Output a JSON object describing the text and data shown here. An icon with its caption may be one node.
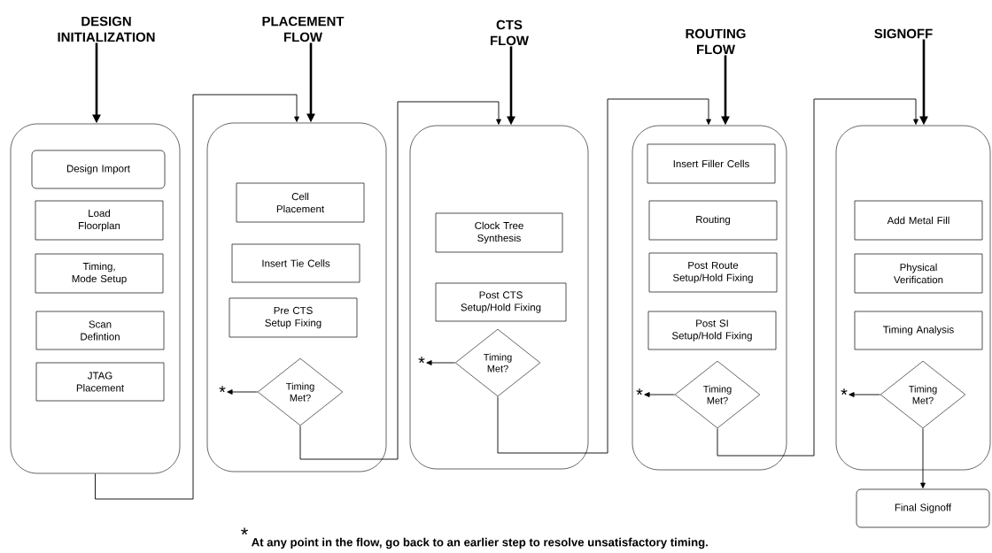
{
  "diagram": {
    "nodes": [
      {
        "text": [
          "DESIGN INITIALIZATION"
        ]
      },
      {
        "text": [],
        "shape": "box"
      },
      {
        "text": [
          "Design Import"
        ],
        "in": 1
      },
      {
        "text": [
          "Load Floorplan"
        ],
        "in": 1
      },
      {
        "text": [
          "Timing, Mode Setup"
        ],
        "in": 1
      },
      {
        "text": [
          "Scan Defintion"
        ],
        "in": 1
      },
      {
        "text": [
          "JTAG Placement"
        ],
        "in": 1
      },
      {
        "text": [
          "PLACEMENT FLOW"
        ]
      },
      {
        "text": [],
        "shape": "box"
      },
      {
        "text": [
          "Cell Placement"
        ],
        "in": 8
      },
      {
        "text": [
          "Insert Tie Cells"
        ],
        "in": 8
      },
      {
        "text": [
          "Pre CTS Setup Fixing"
        ],
        "in": 8
      },
      {
        "text": [
          "Timing Met?"
        ],
        "in": 8
      },
      {
        "text": [
          "*"
        ],
        "in": 8
      },
      {
        "text": [
          "CTS FLOW"
        ]
      },
      {
        "text": [],
        "shape": "box"
      },
      {
        "text": [
          "Clock Tree Synthesis"
        ],
        "in": 15
      },
      {
        "text": [
          "Post CTS Setup/Hold Fixing"
        ],
        "in": 15
      },
      {
        "text": [
          "Timing Met?"
        ],
        "in": 15
      },
      {
        "text": [
          "*"
        ],
        "in": 15
      },
      {
        "text": [
          "ROUTING FLOW"
        ]
      },
      {
        "text": [],
        "shape": "box"
      },
      {
        "text": [
          "Insert Filler Cells"
        ],
        "in": 21
      },
      {
        "text": [
          "Routing"
        ],
        "in": 21
      },
      {
        "text": [
          "Post Route Setup/Hold Fixing"
        ],
        "in": 21
      },
      {
        "text": [
          "Post SI Setup/Hold Fixing"
        ],
        "in": 21
      },
      {
        "text": [
          "Timing Met?"
        ],
        "in": 21
      },
      {
        "text": [
          "*"
        ],
        "in": 21
      },
      {
        "text": [
          "SIGNOFF"
        ]
      },
      {
        "text": [],
        "shape": "box"
      },
      {
        "text": [
          "Add Metal Fill"
        ],
        "in": 29
      },
      {
        "text": [
          "Physical Verification"
        ],
        "in": 29
      },
      {
        "text": [
          "Timing Analysis"
        ],
        "in": 29
      },
      {
        "text": [
          "Timing Met?"
        ],
        "in": 29
      },
      {
        "text": [
          "*"
        ],
        "in": 29
      },
      {
        "text": [
          "Final Signoff"
        ]
      }
    ],
    "edges": [
      {
        "from": 0,
        "to": 1,
        "arrow": "to",
        "style": "thick"
      },
      {
        "from": 7,
        "to": 8,
        "arrow": "to",
        "style": "thick"
      },
      {
        "from": 14,
        "to": 15,
        "arrow": "to",
        "style": "thick"
      },
      {
        "from": 20,
        "to": 21,
        "arrow": "to",
        "style": "thick"
      },
      {
        "from": 28,
        "to": 29,
        "arrow": "to",
        "style": "thick"
      },
      {
        "from": 1,
        "to": 8,
        "arrow": "to"
      },
      {
        "from": 12,
        "to": 13,
        "arrow": "to"
      },
      {
        "from": 12,
        "to": 15,
        "arrow": "to"
      },
      {
        "from": 18,
        "to": 19,
        "arrow": "to"
      },
      {
        "from": 18,
        "to": 21,
        "arrow": "to"
      },
      {
        "from": 26,
        "to": 27,
        "arrow": "to"
      },
      {
        "from": 26,
        "to": 29,
        "arrow": "to"
      },
      {
        "from": 33,
        "to": 34,
        "arrow": "to"
      },
      {
        "from": 33,
        "to": 35,
        "arrow": "to"
      }
    ],
    "labels": [
      "*",
      "At any point in the flow, go back to an earlier step to resolve unsatisfactory timing."
    ]
  }
}
